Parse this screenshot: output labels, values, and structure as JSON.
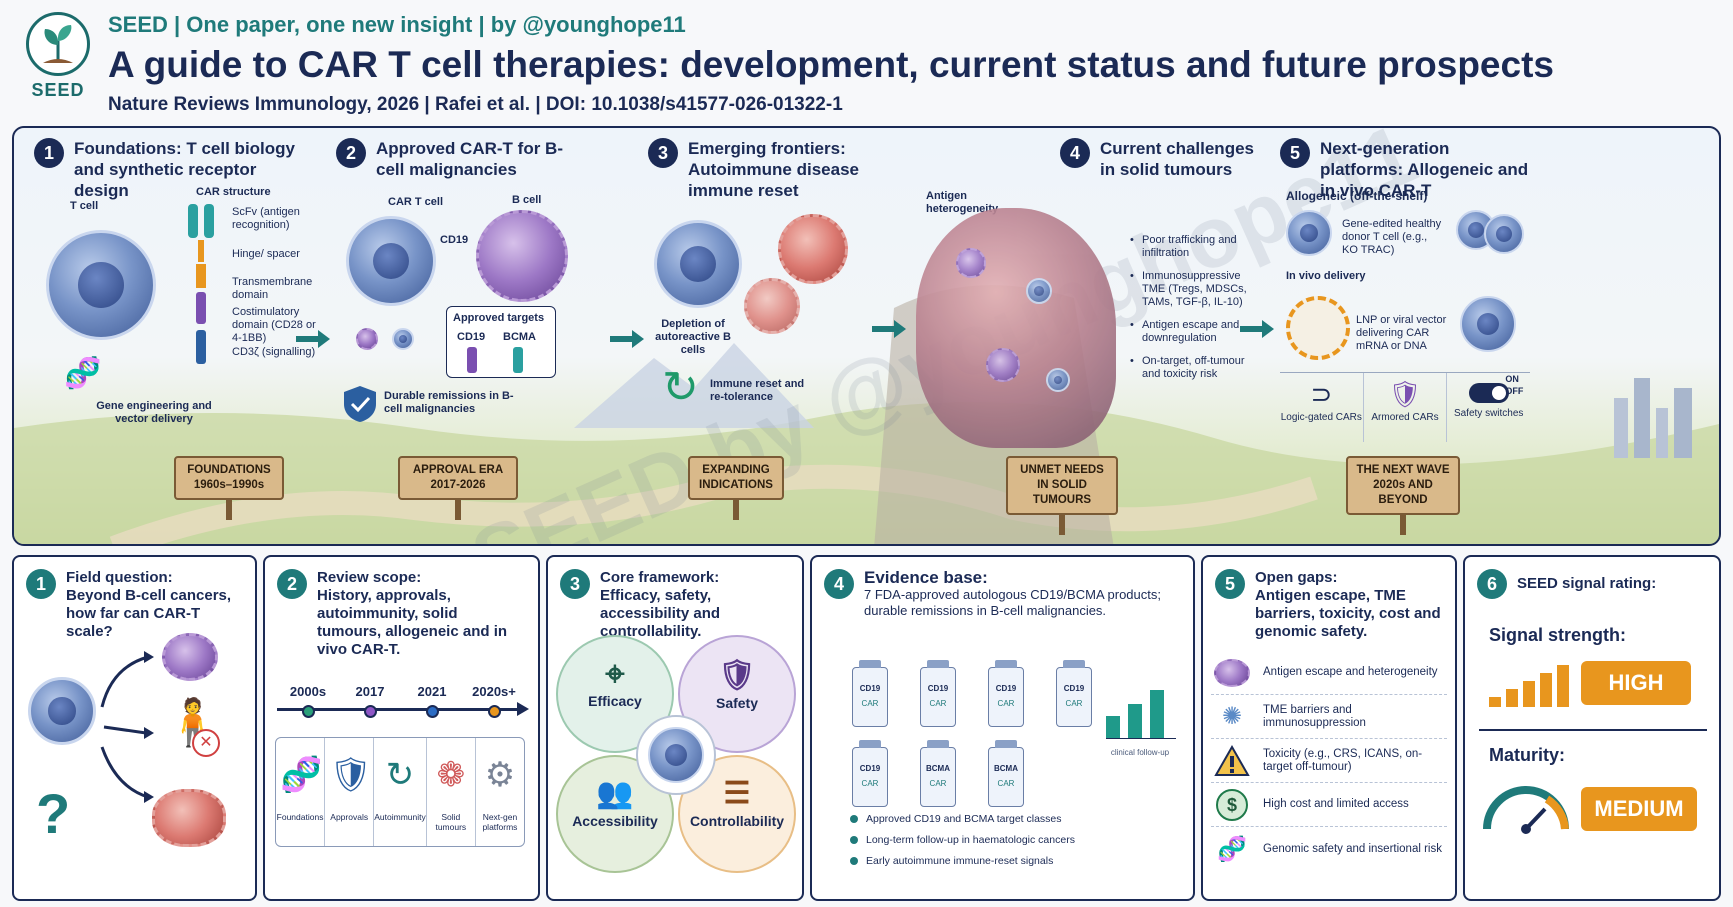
{
  "header": {
    "brand": "SEED",
    "tagline": "SEED | One paper, one new insight | by @younghope11",
    "title": "A guide to CAR T cell therapies: development, current status and future prospects",
    "citation": "Nature Reviews Immunology, 2026 | Rafei et al. | DOI: 10.1038/s41577-026-01322-1"
  },
  "watermark": "SEED by @younghope11",
  "stages": [
    {
      "num": "1",
      "title": "Foundations: T cell biology and synthetic receptor design",
      "tcell_label": "T cell",
      "car_structure_label": "CAR structure",
      "car_parts": [
        "ScFv (antigen recognition)",
        "Hinge/ spacer",
        "Transmembrane domain",
        "Costimulatory domain (CD28 or 4-1BB)",
        "CD3ζ (signalling)"
      ],
      "gene_label": "Gene engineering and vector delivery",
      "sign_title": "FOUNDATIONS",
      "sign_sub": "1960s–1990s"
    },
    {
      "num": "2",
      "title": "Approved CAR-T for B-cell malignancies",
      "cart_label": "CAR T cell",
      "bcell_label": "B cell",
      "cd19_label": "CD19",
      "targets_title": "Approved targets",
      "targets": [
        "CD19",
        "BCMA"
      ],
      "remission_label": "Durable remissions in B-cell malignancies",
      "sign_title": "APPROVAL ERA",
      "sign_sub": "2017-2026"
    },
    {
      "num": "3",
      "title": "Emerging frontiers: Autoimmune disease immune reset",
      "depletion_label": "Depletion of autoreactive B cells",
      "reset_label": "Immune reset and re-tolerance",
      "sign_title": "EXPANDING",
      "sign_sub": "INDICATIONS"
    },
    {
      "num": "4",
      "title": "Current challenges in solid tumours",
      "heterogeneity_label": "Antigen heterogeneity",
      "bullets": [
        "Poor trafficking and infiltration",
        "Immunosuppressive TME (Tregs, MDSCs, TAMs, TGF-β, IL-10)",
        "Antigen escape and downregulation",
        "On-target, off-tumour and toxicity risk"
      ],
      "sign_title": "UNMET NEEDS",
      "sign_sub": "IN SOLID TUMOURS"
    },
    {
      "num": "5",
      "title": "Next-generation platforms: Allogeneic and in vivo CAR-T",
      "allo_label": "Allogeneic (off-the-shelf)",
      "allo_desc": "Gene-edited healthy donor T cell (e.g., KO TRAC)",
      "invivo_label": "In vivo delivery",
      "invivo_desc": "LNP or viral vector delivering CAR mRNA or DNA",
      "features": [
        "Logic-gated CARs",
        "Armored CARs",
        "Safety switches"
      ],
      "switch_on": "ON",
      "switch_off": "OFF",
      "sign_title": "THE NEXT WAVE",
      "sign_sub": "2020s AND BEYOND"
    }
  ],
  "panels": {
    "p1": {
      "num": "1",
      "title": "Field question:",
      "text": "Beyond B-cell cancers, how far can CAR-T scale?",
      "question_mark": "?"
    },
    "p2": {
      "num": "2",
      "title": "Review scope:",
      "text": "History, approvals, autoimmunity, solid tumours, allogeneic and in vivo CAR-T.",
      "timeline": [
        {
          "year": "2000s",
          "color": "#2aa07a"
        },
        {
          "year": "2017",
          "color": "#8e56c6"
        },
        {
          "year": "2021",
          "color": "#2b6cc4"
        },
        {
          "year": "2020s+",
          "color": "#e8961e"
        }
      ],
      "items": [
        {
          "label": "Foundations",
          "icon": "dna-icon",
          "glyph": "🧬"
        },
        {
          "label": "Approvals",
          "icon": "shield-icon",
          "glyph": "🛡"
        },
        {
          "label": "Autoimmunity",
          "icon": "cycle-icon",
          "glyph": "↻"
        },
        {
          "label": "Solid tumours",
          "icon": "tumour-icon",
          "glyph": "❁"
        },
        {
          "label": "Next-gen platforms",
          "icon": "gear-icon",
          "glyph": "⚙"
        }
      ]
    },
    "p3": {
      "num": "3",
      "title": "Core framework:",
      "text": "Efficacy, safety, accessibility and controllability.",
      "quadrants": [
        "Efficacy",
        "Safety",
        "Accessibility",
        "Controllability"
      ]
    },
    "p4": {
      "num": "4",
      "title": "Evidence base:",
      "text": "7 FDA-approved autologous CD19/BCMA products; durable remissions in B-cell malignancies.",
      "vials": [
        {
          "target": "CD19",
          "car": "CAR"
        },
        {
          "target": "CD19",
          "car": "CAR"
        },
        {
          "target": "CD19",
          "car": "CAR"
        },
        {
          "target": "CD19",
          "car": "CAR"
        },
        {
          "target": "CD19",
          "car": "CAR"
        },
        {
          "target": "BCMA",
          "car": "CAR"
        },
        {
          "target": "BCMA",
          "car": "CAR"
        }
      ],
      "followup_label": "clinical follow-up",
      "followup_levels": [
        0.45,
        0.7,
        1.0
      ],
      "bullets": [
        "Approved CD19 and BCMA target classes",
        "Long-term follow-up in haematologic cancers",
        "Early autoimmune immune-reset signals"
      ]
    },
    "p5": {
      "num": "5",
      "title": "Open gaps:",
      "text": "Antigen escape, TME barriers, toxicity, cost and genomic safety.",
      "gaps": [
        {
          "label": "Antigen escape and heterogeneity",
          "icon": "cell-cluster-icon"
        },
        {
          "label": "TME barriers and immunosuppression",
          "icon": "tme-icon"
        },
        {
          "label": "Toxicity (e.g., CRS, ICANS, on-target off-tumour)",
          "icon": "warning-icon"
        },
        {
          "label": "High cost and limited access",
          "icon": "dollar-icon"
        },
        {
          "label": "Genomic safety and insertional risk",
          "icon": "dna-warning-icon"
        }
      ]
    },
    "p6": {
      "num": "6",
      "title": "SEED signal rating:",
      "signal_label": "Signal strength:",
      "signal_value": "HIGH",
      "signal_bars": 5,
      "maturity_label": "Maturity:",
      "maturity_value": "MEDIUM"
    }
  },
  "colors": {
    "navy": "#1b2a55",
    "teal": "#1f7a7a",
    "orange": "#e8961e",
    "tcell": "#5f7fbf",
    "bcell": "#8e56c6",
    "tumour": "#dc7a72"
  }
}
